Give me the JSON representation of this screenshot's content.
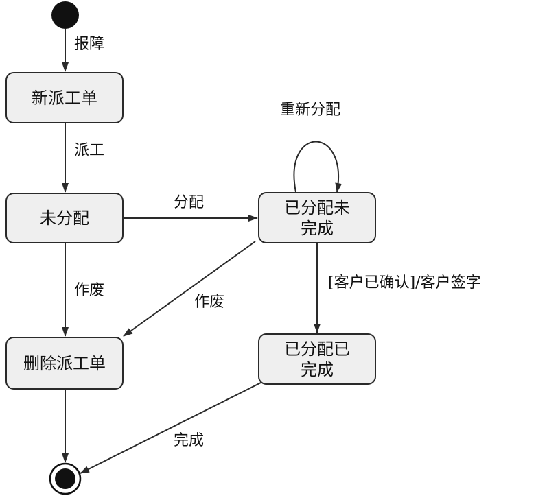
{
  "states": {
    "new_ticket": "新派工单",
    "unassigned": "未分配",
    "assigned_incomplete": "已分配未\n完成",
    "assigned_complete": "已分配已\n完成",
    "delete_ticket": "删除派工单"
  },
  "transitions": {
    "report": "报障",
    "dispatch": "派工",
    "reassign": "重新分配",
    "assign": "分配",
    "cancel_left": "作废",
    "cancel_diag": "作废",
    "confirm": "[客户已确认]/客户签字",
    "complete": "完成"
  }
}
